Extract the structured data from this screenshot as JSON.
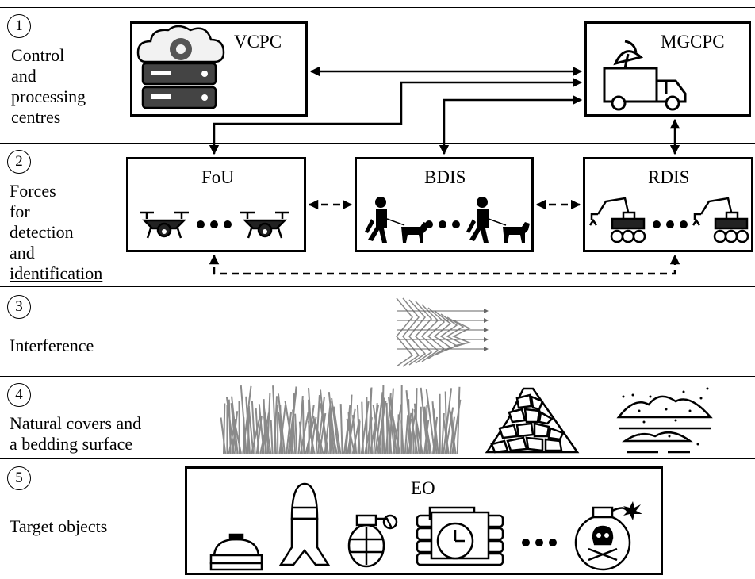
{
  "layers": [
    {
      "number": "1",
      "label_lines": [
        "Control",
        "and",
        "processing",
        "centres"
      ]
    },
    {
      "number": "2",
      "label_lines": [
        "Forces",
        "for",
        "detection",
        "and",
        "identification"
      ]
    },
    {
      "number": "3",
      "label_lines": [
        "Interference"
      ]
    },
    {
      "number": "4",
      "label_lines": [
        "Natural covers and",
        "a bedding surface"
      ]
    },
    {
      "number": "5",
      "label_lines": [
        "Target objects"
      ]
    }
  ],
  "boxes": {
    "vcpc": "VCPC",
    "mgcpc": "MGCPC",
    "fou": "FoU",
    "bdis": "BDIS",
    "rdis": "RDIS",
    "eo": "EO"
  },
  "icons": [
    "cloud-server-icon",
    "mobile-truck-icon",
    "drone-icon",
    "handler-dog-icon",
    "robot-rover-icon",
    "interference-wave-icon",
    "grass-icon",
    "rubble-pile-icon",
    "sand-dunes-icon",
    "landmine-icon",
    "aerial-bomb-icon",
    "grenade-icon",
    "timebomb-icon",
    "skull-bomb-icon"
  ],
  "colors": {
    "line": "#000000",
    "grass": "#8a8a8a",
    "interference": "#888888"
  }
}
